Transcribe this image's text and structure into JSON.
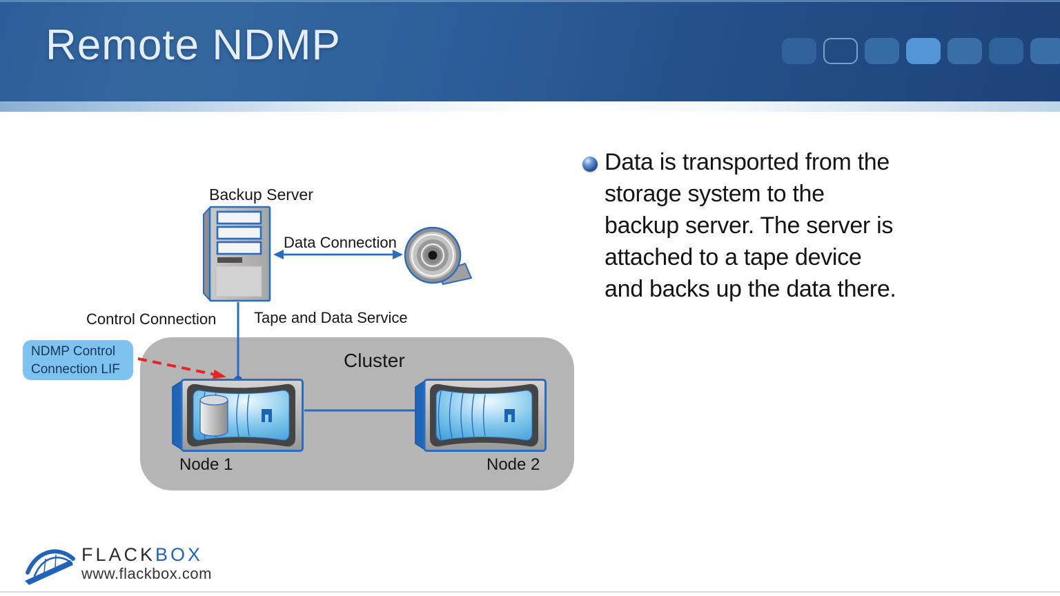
{
  "slide": {
    "title": "Remote NDMP"
  },
  "diagram": {
    "backup_server_label": "Backup Server",
    "data_connection_label": "Data Connection",
    "control_connection_label": "Control Connection",
    "tape_data_service_label": "Tape and Data Service",
    "cluster_label": "Cluster",
    "node1_label": "Node 1",
    "node2_label": "Node 2",
    "callout_text": "NDMP Control\nConnection LIF"
  },
  "content": {
    "bullet_text": "Data is transported from the\nstorage system to the\nbackup server. The server is\nattached to a tape device\nand backs up the data there."
  },
  "footer": {
    "brand_primary": "FLACK",
    "brand_secondary": "BOX",
    "website": "www.flackbox.com"
  },
  "colors": {
    "accent_blue": "#2a6cc0",
    "header_blue_left": "#336699",
    "header_blue_right": "#1c4178",
    "highlight_square": "#5395d6",
    "cluster_gray": "#b5b5b5",
    "callout_bg": "#7ec3ef",
    "arrow_red": "#e32526",
    "screen_blue": "#7cc4ea",
    "brand_blue": "#2263ba"
  }
}
